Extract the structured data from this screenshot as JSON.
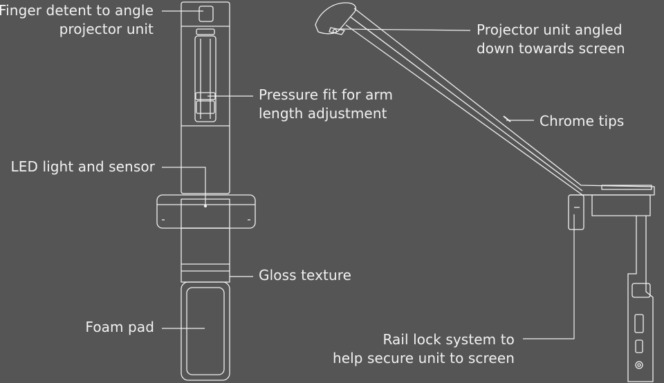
{
  "labels": {
    "finger": [
      "Finger detent to angle",
      "projector unit"
    ],
    "pressure": [
      "Pressure fit for arm",
      "length adjustment"
    ],
    "led": [
      "LED light and sensor"
    ],
    "gloss": [
      "Gloss texture"
    ],
    "foam": [
      "Foam pad"
    ],
    "projector": [
      "Projector unit angled",
      "down towards screen"
    ],
    "chrome": [
      "Chrome tips"
    ],
    "rail": [
      "Rail lock system to",
      "help secure unit to screen"
    ]
  },
  "colors": {
    "background": "#555555",
    "stroke": "#f2f2f2"
  }
}
